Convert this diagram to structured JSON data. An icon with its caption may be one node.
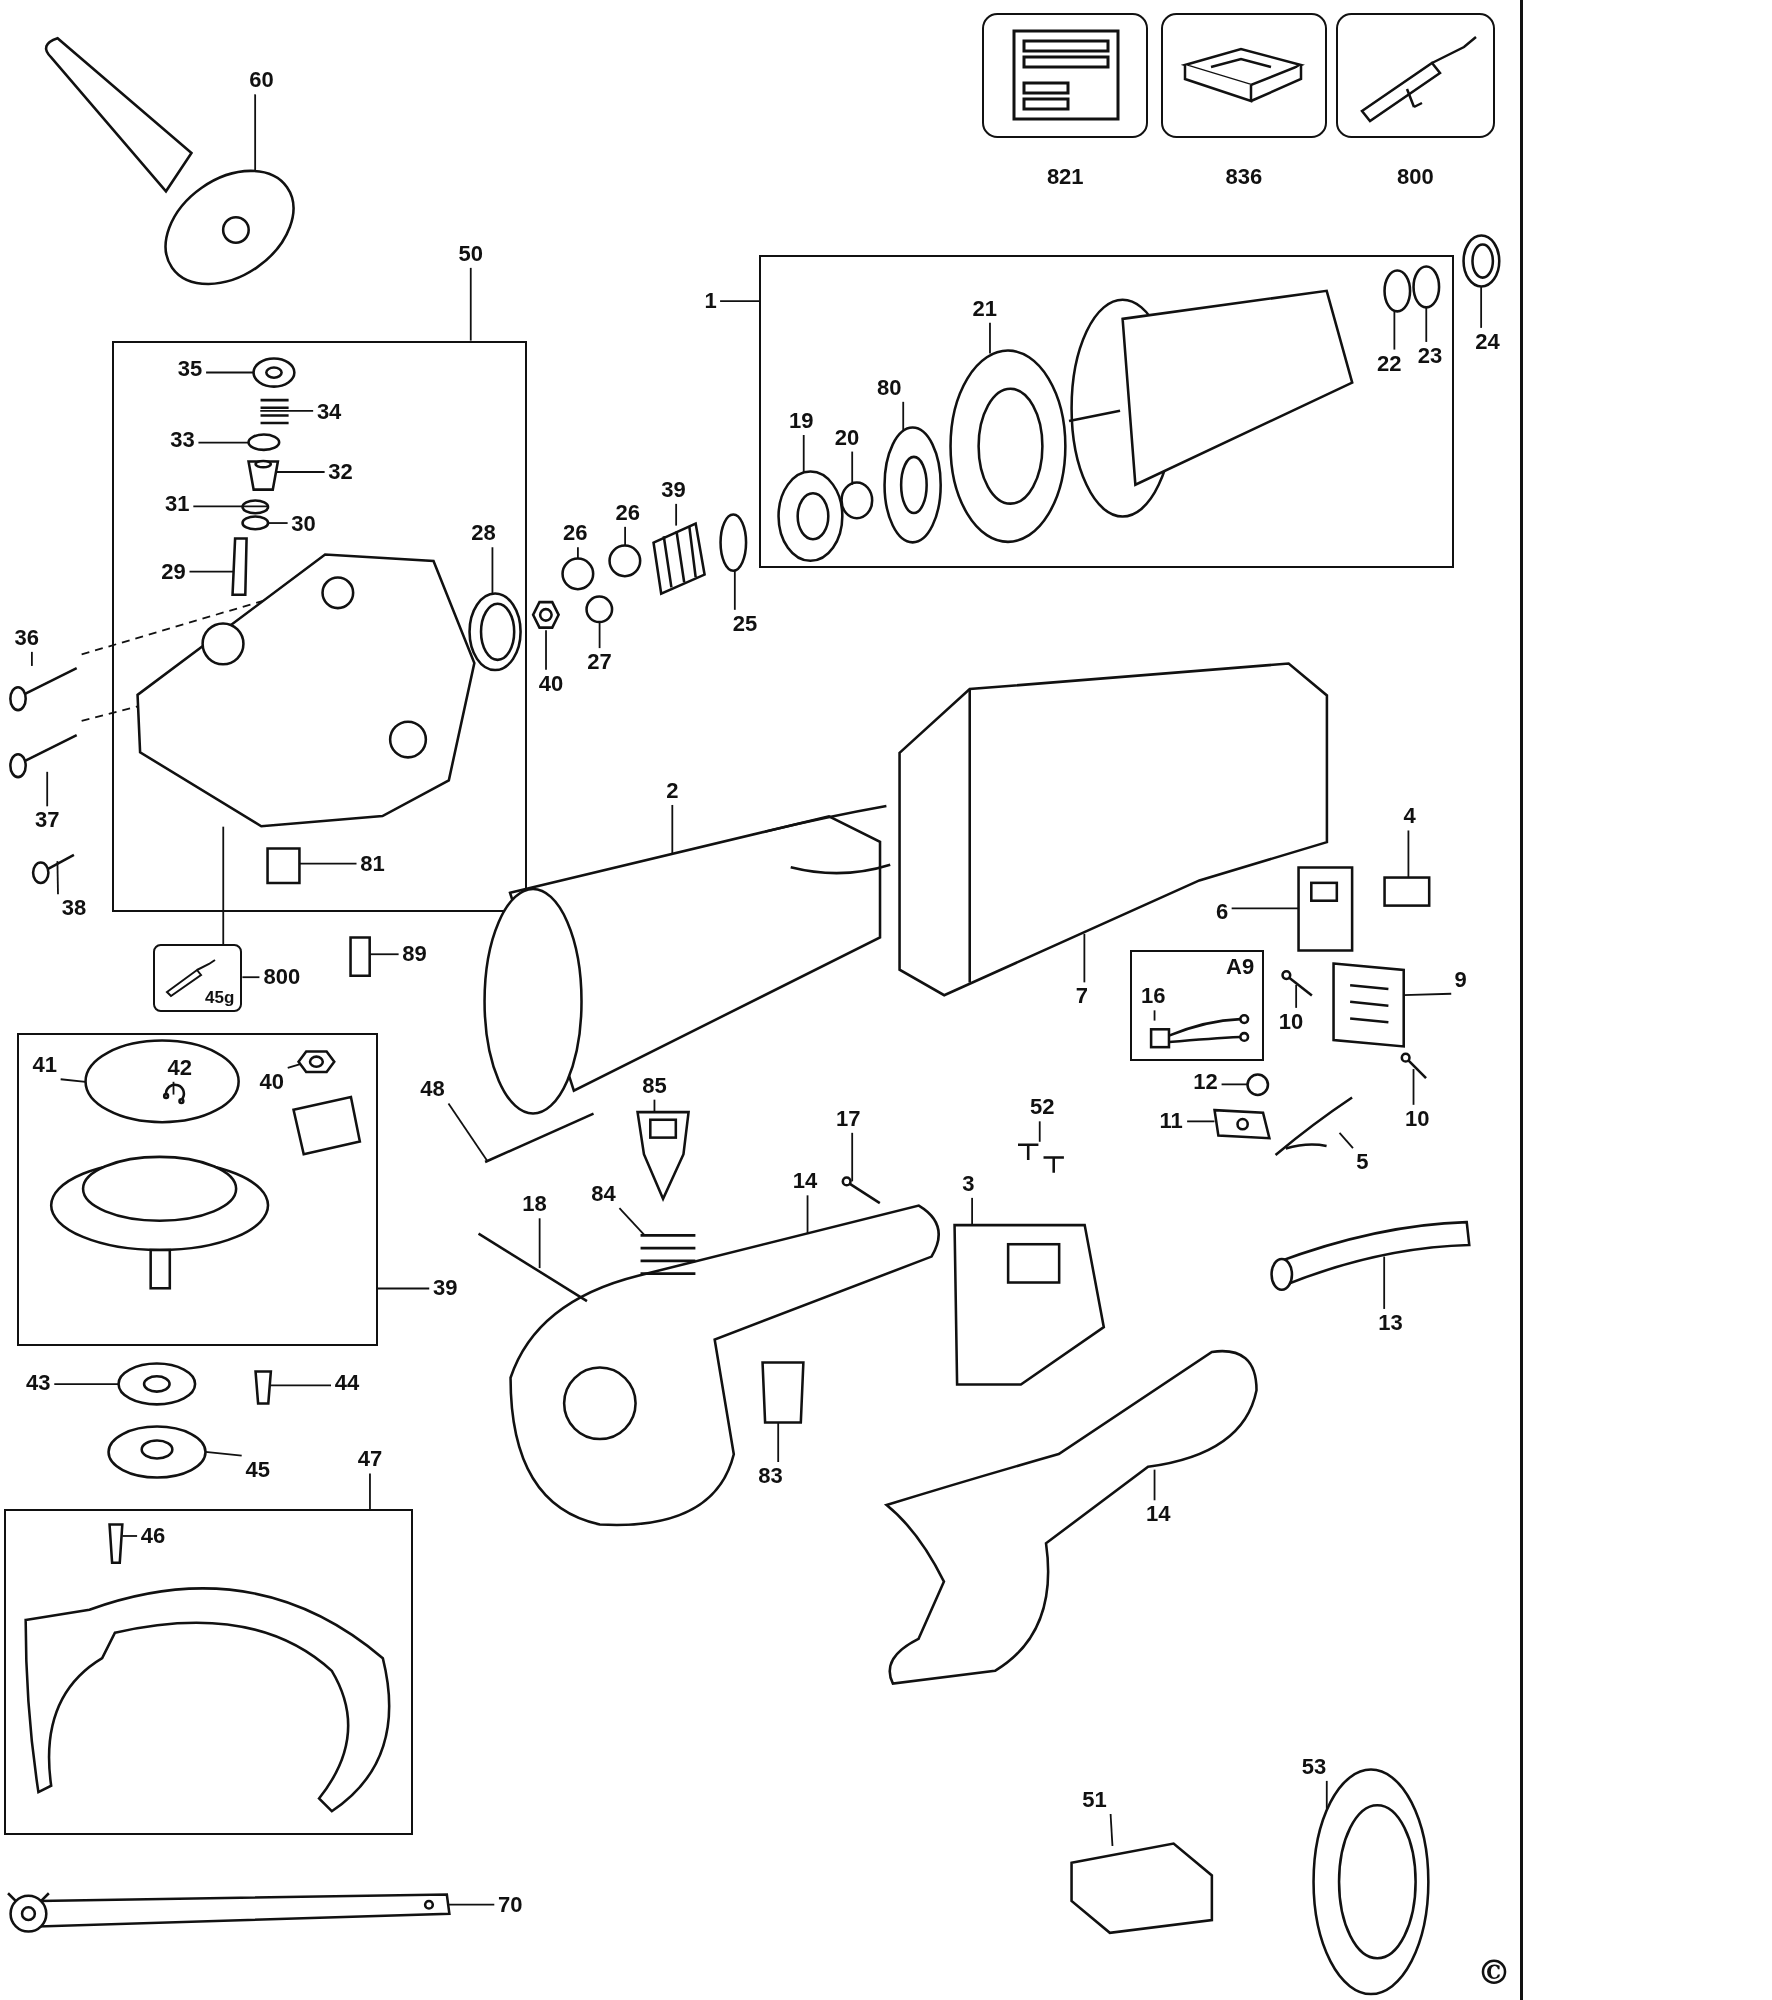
{
  "diagram": {
    "nodes": [
      {
        "text": [
          "60"
        ]
      },
      {
        "text": [],
        "shape": "box",
        "beside": [
          "821"
        ]
      },
      {
        "text": [],
        "shape": "box",
        "beside": [
          "836"
        ]
      },
      {
        "text": [],
        "shape": "box",
        "beside": [
          "800"
        ]
      },
      {
        "text": [
          "50"
        ]
      },
      {
        "text": [],
        "shape": "box"
      },
      {
        "text": [
          "35"
        ],
        "in": 5
      },
      {
        "text": [
          "34"
        ],
        "in": 5
      },
      {
        "text": [
          "33"
        ],
        "in": 5
      },
      {
        "text": [
          "32"
        ],
        "in": 5
      },
      {
        "text": [
          "31"
        ],
        "in": 5
      },
      {
        "text": [
          "30"
        ],
        "in": 5
      },
      {
        "text": [
          "29"
        ],
        "in": 5
      },
      {
        "text": [
          "28"
        ],
        "in": 5
      },
      {
        "text": [
          "81"
        ],
        "in": 5
      },
      {
        "text": [
          "36"
        ]
      },
      {
        "text": [
          "37"
        ]
      },
      {
        "text": [
          "38"
        ]
      },
      {
        "text": [
          "45g"
        ]
      },
      {
        "text": [
          "800"
        ]
      },
      {
        "text": [
          "89"
        ]
      },
      {
        "text": [
          "1"
        ]
      },
      {
        "text": [],
        "shape": "box"
      },
      {
        "text": [
          "21"
        ],
        "in": 22
      },
      {
        "text": [
          "80"
        ],
        "in": 22
      },
      {
        "text": [
          "19"
        ],
        "in": 22
      },
      {
        "text": [
          "20"
        ],
        "in": 22
      },
      {
        "text": [
          "22"
        ],
        "in": 22
      },
      {
        "text": [
          "23"
        ],
        "in": 22
      },
      {
        "text": [
          "24"
        ]
      },
      {
        "text": [
          "39"
        ]
      },
      {
        "text": [
          "26"
        ]
      },
      {
        "text": [
          "26"
        ]
      },
      {
        "text": [
          "27"
        ]
      },
      {
        "text": [
          "40"
        ]
      },
      {
        "text": [
          "25"
        ]
      },
      {
        "text": [
          "2"
        ]
      },
      {
        "text": [
          "7"
        ]
      },
      {
        "text": [
          "4"
        ]
      },
      {
        "text": [
          "6"
        ]
      },
      {
        "text": [
          "A9"
        ]
      },
      {
        "text": [
          "16"
        ],
        "in": 40
      },
      {
        "text": [
          "9"
        ]
      },
      {
        "text": [
          "10"
        ]
      },
      {
        "text": [
          "10"
        ]
      },
      {
        "text": [
          "12"
        ]
      },
      {
        "text": [
          "11"
        ]
      },
      {
        "text": [
          "5"
        ]
      },
      {
        "text": [
          "52"
        ]
      },
      {
        "text": [
          "17"
        ]
      },
      {
        "text": [
          "14"
        ]
      },
      {
        "text": [
          "3"
        ]
      },
      {
        "text": [
          "85"
        ]
      },
      {
        "text": [
          "48"
        ]
      },
      {
        "text": [
          "18"
        ]
      },
      {
        "text": [
          "84"
        ]
      },
      {
        "text": [
          "83"
        ]
      },
      {
        "text": [
          "13"
        ]
      },
      {
        "text": [
          "14"
        ]
      },
      {
        "text": [],
        "shape": "box"
      },
      {
        "text": [
          "41"
        ],
        "in": 59
      },
      {
        "text": [
          "42"
        ],
        "in": 123
      },
      {
        "text": [
          "40"
        ],
        "in": 59
      },
      {
        "text": [
          "39"
        ]
      },
      {
        "text": [
          "43"
        ]
      },
      {
        "text": [
          "44"
        ]
      },
      {
        "text": [
          "45"
        ]
      },
      {
        "text": [
          "47"
        ]
      },
      {
        "text": [],
        "shape": "box"
      },
      {
        "text": [
          "46"
        ],
        "in": 68
      },
      {
        "text": [
          "70"
        ]
      },
      {
        "text": [
          "51"
        ]
      },
      {
        "text": [
          "53"
        ]
      },
      {
        "text": [],
        "shape": "picture"
      },
      {
        "text": [],
        "shape": "picture",
        "in": 5
      },
      {
        "text": [],
        "shape": "picture"
      },
      {
        "text": [],
        "shape": "picture"
      },
      {
        "text": [],
        "shape": "picture"
      },
      {
        "text": [],
        "shape": "picture",
        "in": 5
      },
      {
        "text": [],
        "shape": "picture",
        "in": 5
      },
      {
        "text": [],
        "shape": "circle",
        "in": 5
      },
      {
        "text": [],
        "shape": "picture",
        "in": 5
      },
      {
        "text": [],
        "shape": "circle",
        "in": 5
      },
      {
        "text": [],
        "shape": "circle",
        "in": 5
      },
      {
        "text": [],
        "shape": "box",
        "in": 5
      },
      {
        "text": [],
        "shape": "picture",
        "in": 5
      },
      {
        "text": [],
        "shape": "box",
        "in": 5
      },
      {
        "text": [],
        "shape": "box"
      },
      {
        "text": [],
        "shape": "picture",
        "in": 22
      },
      {
        "text": [],
        "shape": "circle",
        "in": 22
      },
      {
        "text": [],
        "shape": "picture",
        "in": 22
      },
      {
        "text": [],
        "shape": "picture",
        "in": 22
      },
      {
        "text": [],
        "shape": "circle",
        "in": 22
      },
      {
        "text": [],
        "shape": "circle",
        "in": 22
      },
      {
        "text": [],
        "shape": "picture"
      },
      {
        "text": [],
        "shape": "picture"
      },
      {
        "text": [],
        "shape": "circle"
      },
      {
        "text": [],
        "shape": "circle"
      },
      {
        "text": [],
        "shape": "circle"
      },
      {
        "text": [],
        "shape": "picture"
      },
      {
        "text": [],
        "shape": "circle"
      },
      {
        "text": [],
        "shape": "picture"
      },
      {
        "text": [],
        "shape": "picture"
      },
      {
        "text": [],
        "shape": "box"
      },
      {
        "text": [],
        "shape": "picture"
      },
      {
        "text": [],
        "shape": "picture",
        "in": 40
      },
      {
        "text": [],
        "shape": "picture"
      },
      {
        "text": [],
        "shape": "picture"
      },
      {
        "text": [],
        "shape": "picture"
      },
      {
        "text": [],
        "shape": "circle"
      },
      {
        "text": [],
        "shape": "picture"
      },
      {
        "text": [],
        "shape": "picture"
      },
      {
        "text": [],
        "shape": "picture"
      },
      {
        "text": [],
        "shape": "picture"
      },
      {
        "text": [],
        "shape": "picture"
      },
      {
        "text": [],
        "shape": "picture"
      },
      {
        "text": [],
        "shape": "picture"
      },
      {
        "text": [],
        "shape": "bar"
      },
      {
        "text": [],
        "shape": "bar"
      },
      {
        "text": [],
        "shape": "picture"
      },
      {
        "text": [],
        "shape": "box"
      },
      {
        "text": [],
        "shape": "picture"
      },
      {
        "text": [],
        "shape": "picture"
      },
      {
        "text": [],
        "shape": "circle",
        "in": 59
      },
      {
        "text": [],
        "shape": "picture",
        "in": 123
      },
      {
        "text": [],
        "shape": "picture",
        "in": 59
      },
      {
        "text": [],
        "shape": "picture"
      },
      {
        "text": [],
        "shape": "box"
      },
      {
        "text": [],
        "shape": "picture"
      },
      {
        "text": [],
        "shape": "box",
        "in": 68
      },
      {
        "text": [],
        "shape": "picture"
      },
      {
        "text": [],
        "shape": "picture"
      },
      {
        "text": [],
        "shape": "picture"
      }
    ],
    "edges": [
      {
        "from": 0,
        "to": 73,
        "arrow": "none"
      },
      {
        "from": 4,
        "to": 5,
        "arrow": "none"
      },
      {
        "from": 6,
        "to": 78,
        "arrow": "none"
      },
      {
        "from": 7,
        "to": 79,
        "arrow": "none"
      },
      {
        "from": 8,
        "to": 80,
        "arrow": "none"
      },
      {
        "from": 9,
        "to": 81,
        "arrow": "none"
      },
      {
        "from": 10,
        "to": 82,
        "arrow": "none"
      },
      {
        "from": 11,
        "to": 83,
        "arrow": "none"
      },
      {
        "from": 12,
        "to": 84,
        "arrow": "none"
      },
      {
        "from": 13,
        "to": 85,
        "arrow": "none"
      },
      {
        "from": 14,
        "to": 86,
        "arrow": "none"
      },
      {
        "from": 15,
        "to": 75,
        "arrow": "none"
      },
      {
        "from": 16,
        "to": 76,
        "arrow": "none"
      },
      {
        "from": 17,
        "to": 77,
        "arrow": "none"
      },
      {
        "from": 18,
        "to": 74,
        "arrow": "none"
      },
      {
        "from": 19,
        "to": 18,
        "arrow": "none"
      },
      {
        "from": 20,
        "to": 87,
        "arrow": "none"
      },
      {
        "from": 21,
        "to": 22,
        "arrow": "none"
      },
      {
        "from": 23,
        "to": 91,
        "arrow": "none"
      },
      {
        "from": 24,
        "to": 90,
        "arrow": "none"
      },
      {
        "from": 25,
        "to": 88,
        "arrow": "none"
      },
      {
        "from": 26,
        "to": 89,
        "arrow": "none"
      },
      {
        "from": 27,
        "to": 92,
        "arrow": "none"
      },
      {
        "from": 28,
        "to": 93,
        "arrow": "none"
      },
      {
        "from": 29,
        "to": 94,
        "arrow": "none"
      },
      {
        "from": 30,
        "to": 95,
        "arrow": "none"
      },
      {
        "from": 31,
        "to": 96,
        "arrow": "none"
      },
      {
        "from": 32,
        "to": 97,
        "arrow": "none"
      },
      {
        "from": 33,
        "to": 98,
        "arrow": "none"
      },
      {
        "from": 34,
        "to": 99,
        "arrow": "none"
      },
      {
        "from": 35,
        "to": 100,
        "arrow": "none"
      },
      {
        "from": 36,
        "to": 101,
        "arrow": "none"
      },
      {
        "from": 37,
        "to": 102,
        "arrow": "none"
      },
      {
        "from": 38,
        "to": 103,
        "arrow": "none"
      },
      {
        "from": 39,
        "to": 104,
        "arrow": "none"
      },
      {
        "from": 41,
        "to": 105,
        "arrow": "none"
      },
      {
        "from": 42,
        "to": 106,
        "arrow": "none"
      },
      {
        "from": 43,
        "to": 107,
        "arrow": "none"
      },
      {
        "from": 44,
        "to": 108,
        "arrow": "none"
      },
      {
        "from": 45,
        "to": 109,
        "arrow": "none"
      },
      {
        "from": 46,
        "to": 110,
        "arrow": "none"
      },
      {
        "from": 47,
        "to": 111,
        "arrow": "none"
      },
      {
        "from": 48,
        "to": 112,
        "arrow": "none"
      },
      {
        "from": 49,
        "to": 113,
        "arrow": "none"
      },
      {
        "from": 50,
        "to": 114,
        "arrow": "none"
      },
      {
        "from": 51,
        "to": 115,
        "arrow": "none"
      },
      {
        "from": 52,
        "to": 116,
        "arrow": "none"
      },
      {
        "from": 53,
        "to": 117,
        "arrow": "none"
      },
      {
        "from": 54,
        "to": 118,
        "arrow": "none"
      },
      {
        "from": 55,
        "to": 119,
        "arrow": "none"
      },
      {
        "from": 56,
        "to": 120,
        "arrow": "none"
      },
      {
        "from": 57,
        "to": 121,
        "arrow": "none"
      },
      {
        "from": 58,
        "to": 122,
        "arrow": "none"
      },
      {
        "from": 60,
        "to": 123,
        "arrow": "none"
      },
      {
        "from": 61,
        "to": 124,
        "arrow": "none"
      },
      {
        "from": 62,
        "to": 125,
        "arrow": "none"
      },
      {
        "from": 63,
        "to": 59,
        "arrow": "none"
      },
      {
        "from": 64,
        "to": 126,
        "arrow": "none"
      },
      {
        "from": 65,
        "to": 127,
        "arrow": "none"
      },
      {
        "from": 66,
        "to": 128,
        "arrow": "none"
      },
      {
        "from": 67,
        "to": 68,
        "arrow": "none"
      },
      {
        "from": 69,
        "to": 129,
        "arrow": "none"
      },
      {
        "from": 70,
        "to": 130,
        "arrow": "none"
      },
      {
        "from": 71,
        "to": 131,
        "arrow": "none"
      },
      {
        "from": 72,
        "to": 132,
        "arrow": "none"
      },
      {
        "from": 75,
        "to": 74,
        "arrow": "none",
        "style": "dashed"
      },
      {
        "from": 76,
        "to": 74,
        "arrow": "none",
        "style": "dashed"
      }
    ],
    "labels": [
      "©"
    ]
  }
}
